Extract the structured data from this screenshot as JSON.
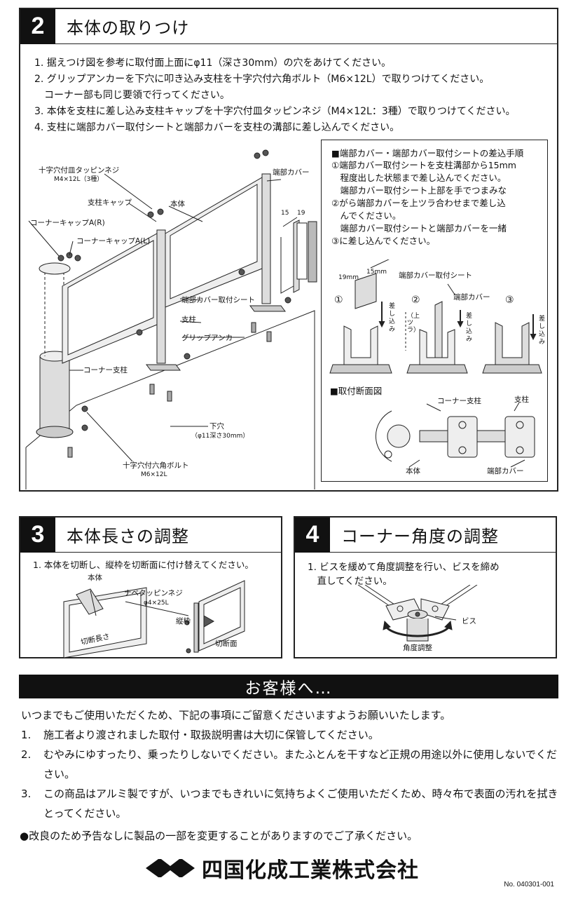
{
  "section2": {
    "number": "2",
    "title": "本体の取りつけ",
    "steps": [
      "1. 据えつけ図を参考に取付面上面にφ11（深さ30mm）の穴をあけてください。",
      "2. グリップアンカーを下穴に叩き込み支柱を十字穴付六角ボルト（M6×12L）で取りつけてください。",
      "　コーナー部も同じ要領で行ってください。",
      "3. 本体を支柱に差し込み支柱キャップを十字穴付皿タッピンネジ（M4×12L：3種）で取りつけてください。",
      "4. 支柱に端部カバー取付シートと端部カバーを支柱の溝部に差し込んでください。"
    ],
    "labels": {
      "screw_name": "十字穴付皿タッピンネジ",
      "screw_spec": "M4×12L（3種）",
      "post_cap": "支柱キャップ",
      "body": "本体",
      "end_cover": "端部カバー",
      "corner_cap_r": "コーナーキャップA(R)",
      "corner_cap_l": "コーナーキャップA(L)",
      "end_cover_sheet": "端部カバー取付シート",
      "post": "支柱",
      "grip_anchor": "グリップアンカー",
      "corner_post": "コーナー支柱",
      "pilot_hole": "下穴",
      "pilot_hole_spec": "（φ11深さ30mm）",
      "bolt_name": "十字穴付六角ボルト",
      "bolt_spec": "M6×12L",
      "dim_15": "15",
      "dim_19": "19"
    },
    "procedure": {
      "title": "■端部カバー・端部カバー取付シートの差込手順",
      "lines": [
        "①端部カバー取付シートを支柱溝部から15mm",
        "　程度出した状態まで差し込んでください。",
        "　端部カバー取付シート上部を手でつまみな",
        "②がら端部カバーを上ツラ合わせまで差し込",
        "　んでください。",
        "　端部カバー取付シートと端部カバーを一緒",
        "③に差し込んでください。"
      ],
      "fig_sheet_label": "端部カバー取付シート",
      "fig_cover_label": "端部カバー",
      "dim_19mm": "19mm",
      "dim_15mm": "15mm",
      "step1": "①",
      "step2": "②",
      "step3": "③",
      "insert": "差し込み",
      "upper_flush": "（上ツラ）",
      "section_title": "■取付断面図",
      "sec_corner_post": "コーナー支柱",
      "sec_post": "支柱",
      "sec_body": "本体",
      "sec_end_cover": "端部カバー"
    }
  },
  "section3": {
    "number": "3",
    "title": "本体長さの調整",
    "step": "1. 本体を切断し、縦枠を切断面に付け替えてください。",
    "labels": {
      "body": "本体",
      "screw_name": "ナベタッピンネジ",
      "screw_spec": "φ4×25L",
      "frame": "縦枠",
      "cut_length": "切断長さ",
      "cut_face": "切断面"
    }
  },
  "section4": {
    "number": "4",
    "title": "コーナー角度の調整",
    "step1": "1. ビスを緩めて角度調整を行い、ビスを締め",
    "step2": "　直してください。",
    "labels": {
      "screw": "ビス",
      "angle_adjust": "角度調整"
    }
  },
  "notice": {
    "title": "お客様へ…",
    "intro": "いつまでもご使用いただくため、下記の事項にご留意くださいますようお願いいたします。",
    "items": [
      {
        "num": "1.",
        "text": "施工者より渡されました取付・取扱説明書は大切に保管してください。"
      },
      {
        "num": "2.",
        "text": "むやみにゆすったり、乗ったりしないでください。またふとんを干すなど正規の用途以外に使用しないでください。"
      },
      {
        "num": "3.",
        "text": "この商品はアルミ製ですが、いつまでもきれいに気持ちよくご使用いただくため、時々布で表面の汚れを拭きとってください。"
      }
    ],
    "footer": "●改良のため予告なしに製品の一部を変更することがありますのでご了承ください。"
  },
  "company": "四国化成工業株式会社",
  "doc_no": "No. 040301-001"
}
